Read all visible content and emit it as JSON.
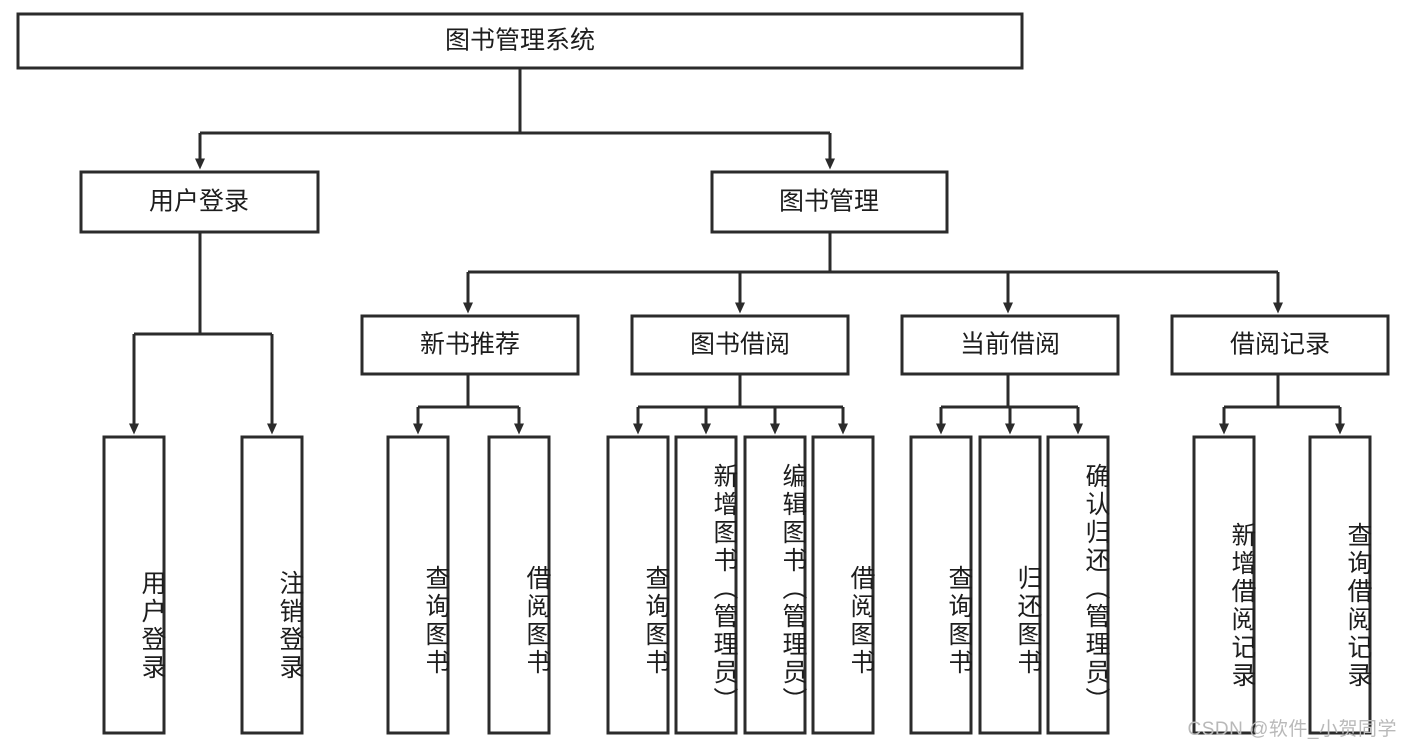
{
  "diagram": {
    "title": "图书管理系统",
    "type": "tree-hierarchy",
    "levels": 4,
    "colors": {
      "stroke": "#2b2b2b",
      "fill": "#ffffff",
      "text": "#1d1d1d",
      "watermark": "#b9b9b9",
      "background": "#ffffff"
    },
    "root": {
      "label": "图书管理系统"
    },
    "level2": [
      {
        "label": "用户登录"
      },
      {
        "label": "图书管理"
      }
    ],
    "level3": [
      {
        "label": "新书推荐"
      },
      {
        "label": "图书借阅"
      },
      {
        "label": "当前借阅"
      },
      {
        "label": "借阅记录"
      }
    ],
    "leaves": {
      "user_login": [
        {
          "label": "用户登录"
        },
        {
          "label": "注销登录"
        }
      ],
      "new_book_recommend": [
        {
          "label": "查询图书"
        },
        {
          "label": "借阅图书"
        }
      ],
      "book_borrow": [
        {
          "label": "查询图书"
        },
        {
          "label": "新增图书（管理员）"
        },
        {
          "label": "编辑图书（管理员）"
        },
        {
          "label": "借阅图书"
        }
      ],
      "current_borrow": [
        {
          "label": "查询图书"
        },
        {
          "label": "归还图书"
        },
        {
          "label": "确认归还（管理员）"
        }
      ],
      "borrow_record": [
        {
          "label": "新增借阅记录"
        },
        {
          "label": "查询借阅记录"
        }
      ]
    }
  },
  "watermark": {
    "text": "CSDN @软件_小贺同学"
  }
}
